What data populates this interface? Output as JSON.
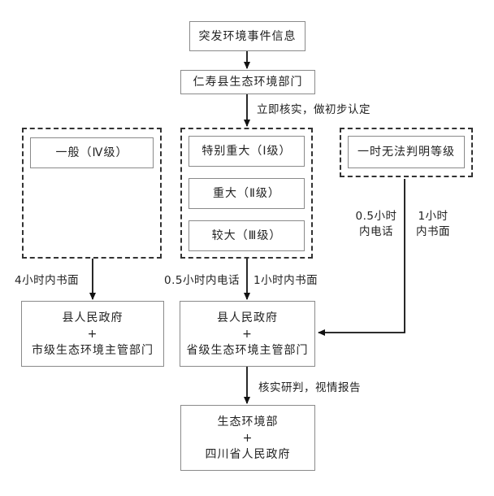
{
  "nodes": {
    "top": "突发环境事件信息",
    "county_dept": "仁寿县生态环境部门",
    "general": "一般（Ⅳ级）",
    "extra_major": "特别重大（Ⅰ级）",
    "major": "重大（Ⅱ级）",
    "large": "较大（Ⅲ级）",
    "undetermined": "一时无法判明等级",
    "left_gov": {
      "line1": "县人民政府",
      "plus": "+",
      "line2": "市级生态环境主管部门"
    },
    "center_gov": {
      "line1": "县人民政府",
      "plus": "+",
      "line2": "省级生态环境主管部门"
    },
    "bottom": {
      "line1": "生态环境部",
      "plus": "+",
      "line2": "四川省人民政府"
    }
  },
  "edges": {
    "verify": "立即核实，做初步认定",
    "left_written": "4小时内书面",
    "center_phone": "0.5小时内电话",
    "center_written": "1小时内书面",
    "right_phone": {
      "line1": "0.5小时",
      "line2": "内电话"
    },
    "right_written": {
      "line1": "1小时",
      "line2": "内书面"
    },
    "report": "核实研判，视情报告"
  }
}
